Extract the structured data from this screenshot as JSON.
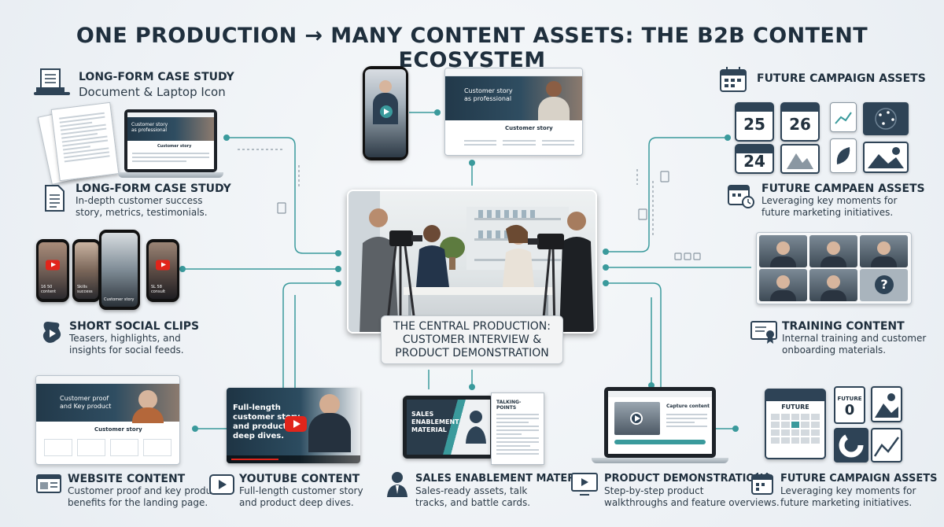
{
  "title": "ONE PRODUCTION → MANY CONTENT ASSETS: THE B2B CONTENT ECOSYSTEM",
  "colors": {
    "accent": "#3a9a9c",
    "navy": "#1f2f3d",
    "brand_red": "#e1251b",
    "background": "#edf1f5"
  },
  "central": {
    "line1": "THE CENTRAL PRODUCTION:",
    "line2": "CUSTOMER INTERVIEW &",
    "line3": "PRODUCT DEMONSTRATION"
  },
  "nodes": {
    "case_study_1": {
      "title": "LONG-FORM CASE STUDY",
      "subtitle": "Document & Laptop Icon",
      "icon": "document-laptop-icon"
    },
    "case_study_2": {
      "title": "LONG-FORM CASE STUDY",
      "desc1": "In-depth customer success",
      "desc2": "story, metrics, testimonials.",
      "icon": "document-icon"
    },
    "social": {
      "title": "SHORT SOCIAL CLIPS",
      "desc1": "Teasers, highlights, and",
      "desc2": "insights for social feeds.",
      "icon": "social-clip-icon"
    },
    "website": {
      "title": "WEBSITE CONTENT",
      "desc1": "Customer proof and key product",
      "desc2": "benefits for the landing page.",
      "icon": "webpage-icon"
    },
    "youtube": {
      "title": "YOUTUBE CONTENT",
      "desc1": "Full-length customer story",
      "desc2": "and product deep dives.",
      "icon": "video-play-icon"
    },
    "sales": {
      "title": "SALES ENABLEMENT MATERIAL",
      "desc1": "Sales-ready assets, talk",
      "desc2": "tracks, and battle cards.",
      "icon": "salesperson-icon"
    },
    "demos": {
      "title": "PRODUCT DEMONSTRATIONS",
      "desc1": "Step-by-step product",
      "desc2": "walkthroughs and feature overviews.",
      "icon": "screen-play-icon"
    },
    "campaign_bottom": {
      "title": "FUTURE CAMPAIGN ASSETS",
      "desc1": "Leveraging key moments for",
      "desc2": "future marketing initiatives.",
      "icon": "calendar-icon"
    },
    "training": {
      "title": "TRAINING CONTENT",
      "desc1": "Internal training and customer",
      "desc2": "onboarding materials.",
      "icon": "certificate-icon"
    },
    "campaign_mid": {
      "title": "FUTURE CAMPAEN ASSETS",
      "desc1": "Leveraging key moments for",
      "desc2": "future marketing initiatives.",
      "icon": "calendar-clock-icon"
    },
    "campaign_top": {
      "title": "FUTURE CAMPAIGN ASSETS",
      "icon": "calendar-icon"
    }
  },
  "mockups": {
    "laptop_case": {
      "hero1": "Customer story",
      "hero2": "as professional",
      "section": "Customer story"
    },
    "web_top": {
      "hero1": "Customer story",
      "hero2": "as professional",
      "section": "Customer story"
    },
    "web_bottom": {
      "hero1": "Customer proof",
      "hero2": "and Key product",
      "section": "Customer story"
    },
    "youtube_thumb": {
      "line1": "Full-length",
      "line2": "customer story",
      "line3": "and product",
      "line4": "deep dives."
    },
    "sales_tablet": {
      "line1": "SALES",
      "line2": "ENABLEMENT",
      "line3": "MATERIAL"
    },
    "talking_points": "TALKING-POINTS",
    "demo_screen": "Capture content",
    "phone_caps": [
      "16 50 content",
      "Skills success",
      "Customer story",
      "SL 58 consult"
    ],
    "calendar_days": [
      "25",
      "26",
      "24"
    ],
    "future_cal": "FUTURE",
    "future_tile": "FUTURE",
    "future_num": "0",
    "question_mark": "?"
  }
}
